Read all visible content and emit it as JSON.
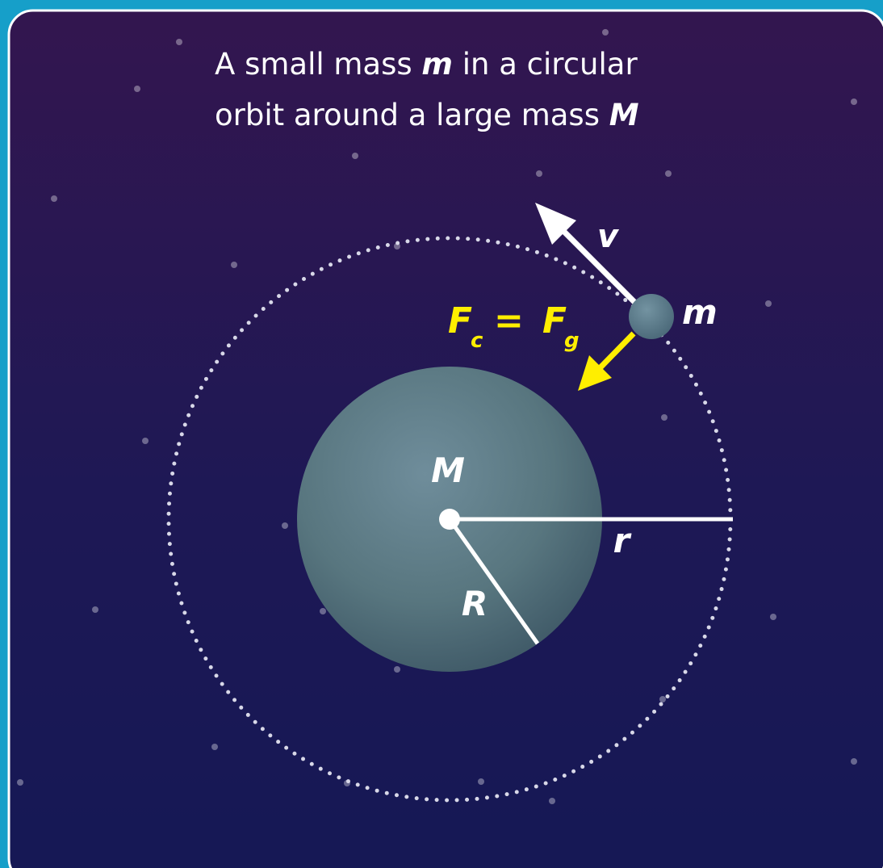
{
  "title": {
    "line1_prefix": "A small mass ",
    "line1_var": "m",
    "line1_suffix": " in a circular",
    "line2_prefix": "orbit around a large mass ",
    "line2_var": "M"
  },
  "labels": {
    "large_mass": "M",
    "small_mass": "m",
    "velocity": "v",
    "orbit_radius": "r",
    "planet_radius": "R",
    "force_F1": "F",
    "force_sub1": "c",
    "equals": "=",
    "force_F2": "F",
    "force_sub2": "g"
  },
  "colors": {
    "frame": "#169fc9",
    "space_top": "#33164f",
    "space_bottom": "#151855",
    "planet": "#587787",
    "force_arrow": "#ffee00",
    "velocity_arrow": "#ffffff"
  }
}
